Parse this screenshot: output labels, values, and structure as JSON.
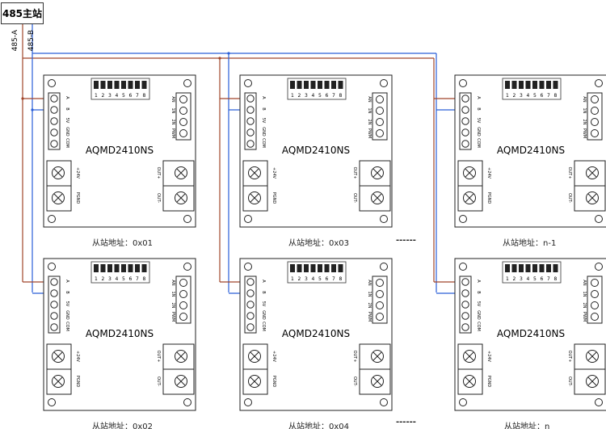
{
  "master": {
    "label": "485主站"
  },
  "bus_lines": {
    "a_label": "485-A",
    "b_label": "485-B",
    "a_color": "#a0452a",
    "b_color": "#2a5fd8"
  },
  "boards": [
    {
      "model": "AQMD2410NS",
      "caption": "从站地址：0x01"
    },
    {
      "model": "AQMD2410NS",
      "caption": "从站地址：0x02"
    },
    {
      "model": "AQMD2410NS",
      "caption": "从站地址：0x03"
    },
    {
      "model": "AQMD2410NS",
      "caption": "从站地址：0x04"
    },
    {
      "model": "AQMD2410NS",
      "caption": "从站地址：n-1"
    },
    {
      "model": "AQMD2410NS",
      "caption": "从站地址：n"
    }
  ],
  "terminal_labels": {
    "left": [
      "A",
      "B",
      "5V",
      "GND",
      "COM"
    ],
    "right": [
      "AN",
      "1N",
      "2N",
      "PWM"
    ],
    "power_in": [
      "+24V",
      "PGND"
    ],
    "motor_out": [
      "OUT+",
      "OUT-"
    ]
  },
  "dip_numbers": [
    "1",
    "2",
    "3",
    "4",
    "5",
    "6",
    "7",
    "8"
  ],
  "ellipsis": "------"
}
